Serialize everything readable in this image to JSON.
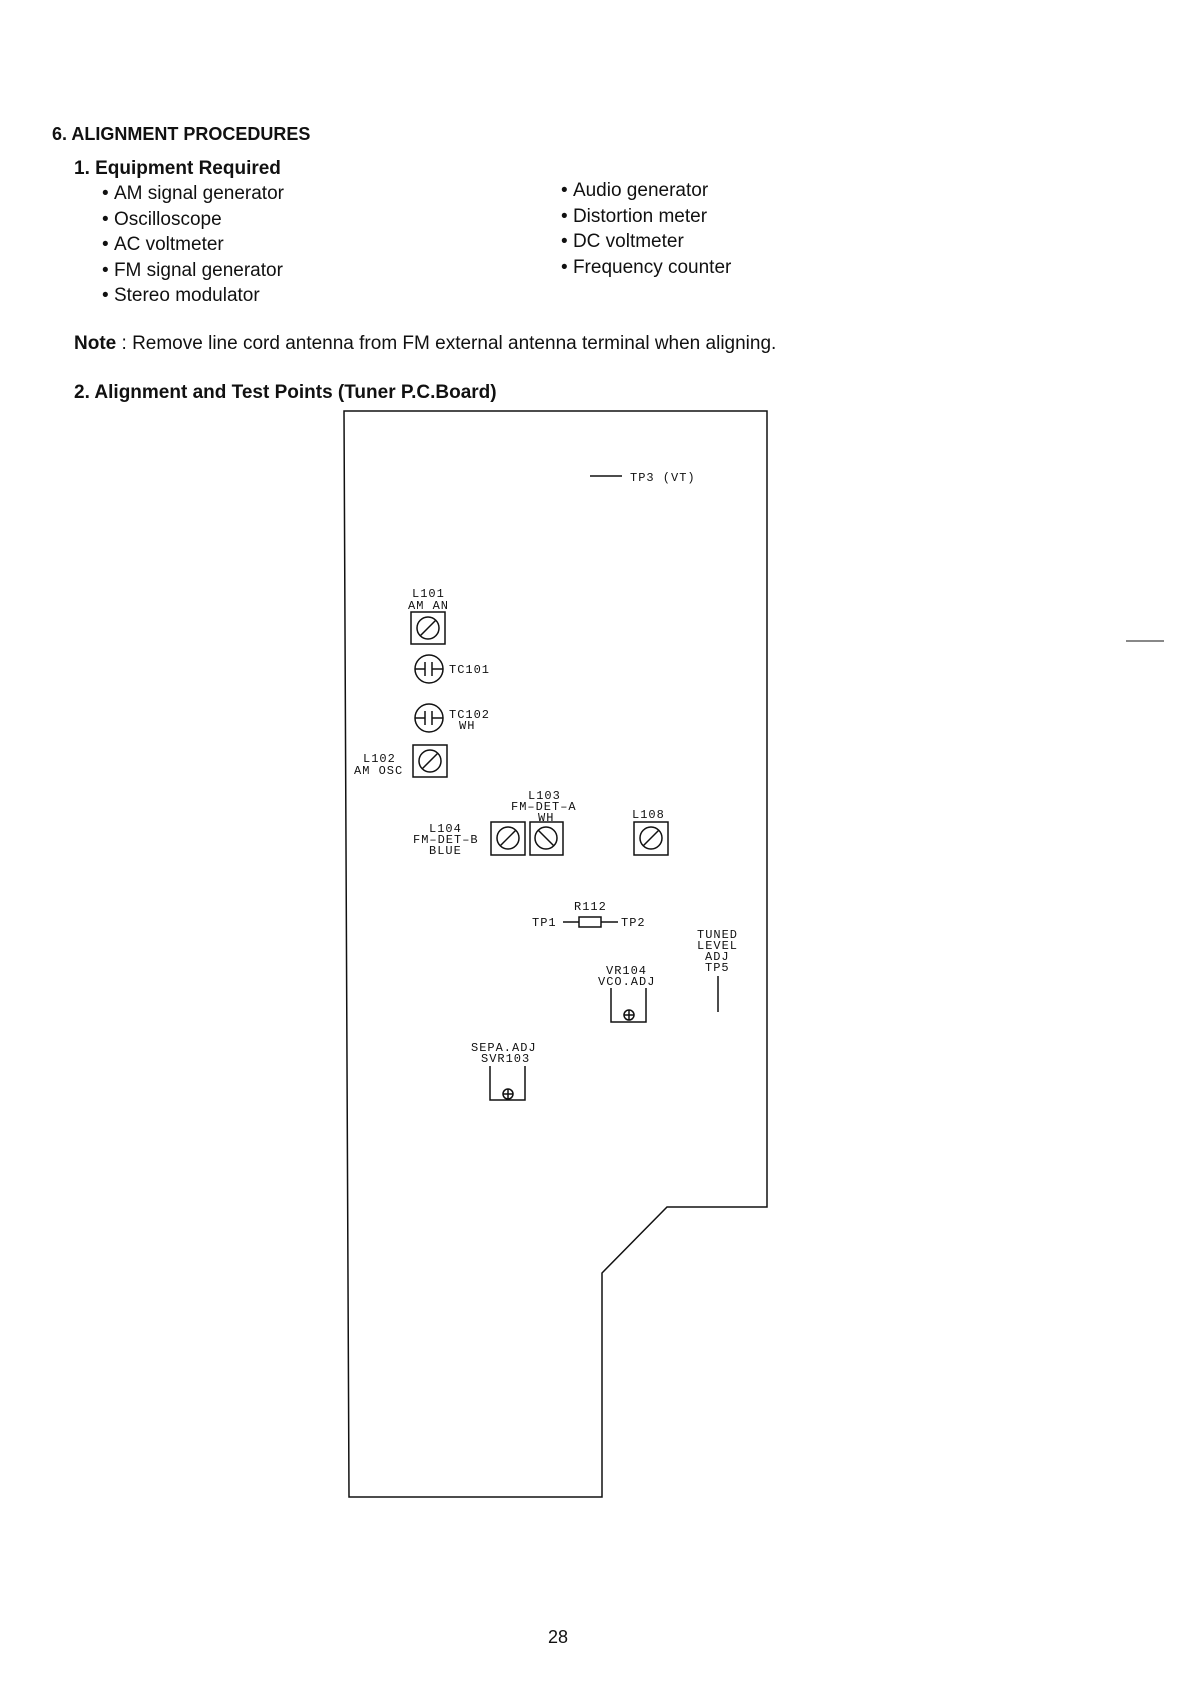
{
  "document": {
    "section_title": "6. ALIGNMENT PROCEDURES",
    "equipment": {
      "title": "1. Equipment Required",
      "left_items": [
        "AM signal generator",
        "Oscilloscope",
        "AC voltmeter",
        "FM signal generator",
        "Stereo modulator"
      ],
      "right_items": [
        "Audio generator",
        "Distortion meter",
        "DC voltmeter",
        "Frequency counter"
      ]
    },
    "note": {
      "label": "Note",
      "text": " : Remove line cord antenna from FM external antenna terminal when aligning."
    },
    "alignment": {
      "title": "2. Alignment and Test Points (Tuner P.C.Board)"
    },
    "page_number": "28"
  },
  "board_labels": {
    "tp3": "TP3 (VT)",
    "l101": "L101",
    "l101_sub": "AM AN",
    "tc101": "TC101",
    "tc102": "TC102",
    "tc102_sub": "WH",
    "l102": "L102",
    "l102_sub": "AM OSC",
    "l103": "L103",
    "l103_sub": "FM–DET–A",
    "l103_color": "WH",
    "l104": "L104",
    "l104_sub": "FM–DET–B",
    "l104_color": "BLUE",
    "l108": "L108",
    "r112": "R112",
    "tp1": "TP1",
    "tp2": "TP2",
    "tuned_1": "TUNED",
    "tuned_2": "LEVEL",
    "tuned_3": "ADJ",
    "tuned_4": "TP5",
    "vr104": "VR104",
    "vr104_sub": "VCO.ADJ",
    "svr_sub": "SEPA.ADJ",
    "svr103": "SVR103"
  }
}
